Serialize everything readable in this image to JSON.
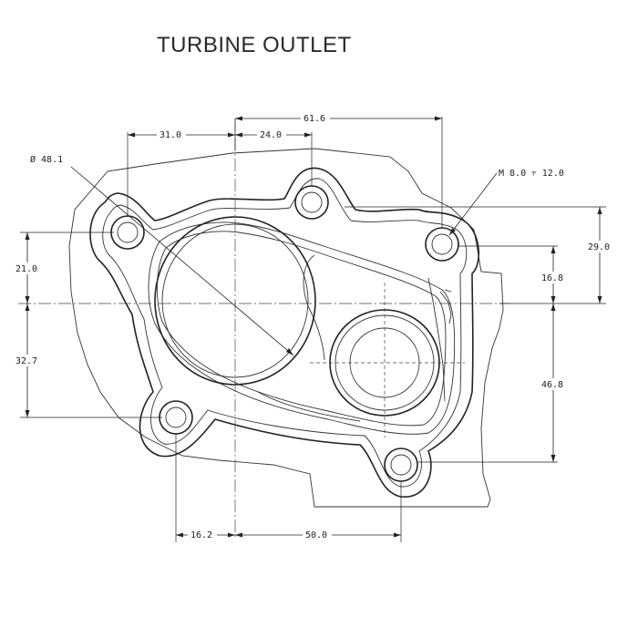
{
  "title": "TURBINE OUTLET",
  "dimensions": {
    "top_overall": "61.6",
    "top_left": "31.0",
    "top_mid": "24.0",
    "bore_dia": "Ø 48.1",
    "thread": "M 8.0 ⫧ 12.0",
    "right_upper": "29.0",
    "right_mid": "16.8",
    "right_lower": "46.8",
    "left_upper": "21.0",
    "left_lower": "32.7",
    "bottom_left": "16.2",
    "bottom_right": "50.0"
  }
}
